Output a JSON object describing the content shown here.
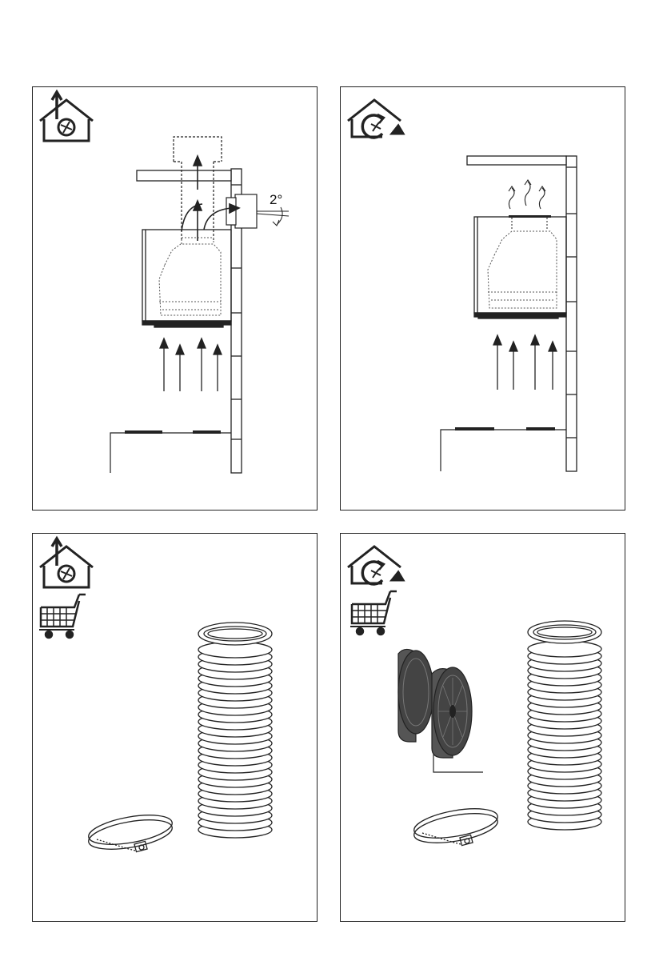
{
  "panels": [
    {
      "id": "ducted-installation",
      "mode_icon": "ducted-exhaust-icon"
    },
    {
      "id": "recirculation-installation",
      "mode_icon": "recirculation-icon"
    },
    {
      "id": "ducted-accessories",
      "mode_icon": "ducted-exhaust-icon",
      "accessory_icon": "shopping-cart-icon"
    },
    {
      "id": "recirculation-accessories",
      "mode_icon": "recirculation-icon",
      "accessory_icon": "shopping-cart-icon"
    }
  ],
  "duct_slope": {
    "label": "2°"
  },
  "colors": {
    "line": "#222222",
    "filter": "#555555",
    "fill": "#ffffff"
  }
}
